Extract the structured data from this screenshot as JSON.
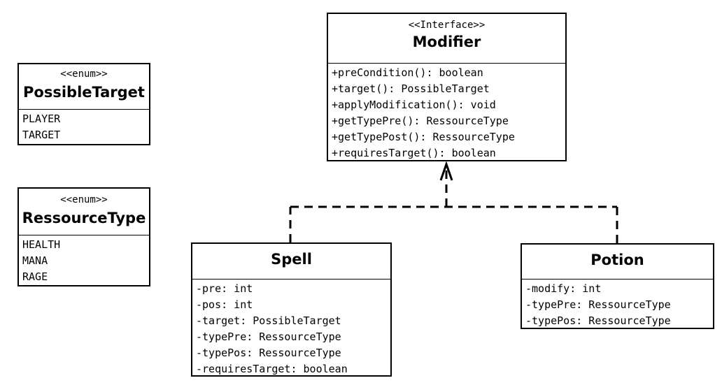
{
  "classes": {
    "modifier": {
      "stereotype": "<<Interface>>",
      "name": "Modifier",
      "members": [
        "+preCondition(): boolean",
        "+target(): PossibleTarget",
        "+applyModification(): void",
        "+getTypePre(): RessourceType",
        "+getTypePost(): RessourceType",
        "+requiresTarget(): boolean"
      ]
    },
    "possible_target": {
      "stereotype": "<<enum>>",
      "name": "PossibleTarget",
      "members": [
        "PLAYER",
        "TARGET"
      ]
    },
    "ressource_type": {
      "stereotype": "<<enum>>",
      "name": "RessourceType",
      "members": [
        "HEALTH",
        "MANA",
        "RAGE"
      ]
    },
    "spell": {
      "name": "Spell",
      "members": [
        "-pre: int",
        "-pos: int",
        "-target: PossibleTarget",
        "-typePre: RessourceType",
        "-typePos: RessourceType",
        "-requiresTarget: boolean"
      ]
    },
    "potion": {
      "name": "Potion",
      "members": [
        "-modify: int",
        "-typePre: RessourceType",
        "-typePos: RessourceType"
      ]
    }
  },
  "relations": [
    {
      "from": "Spell",
      "to": "Modifier",
      "type": "realization"
    },
    {
      "from": "Potion",
      "to": "Modifier",
      "type": "realization"
    }
  ]
}
